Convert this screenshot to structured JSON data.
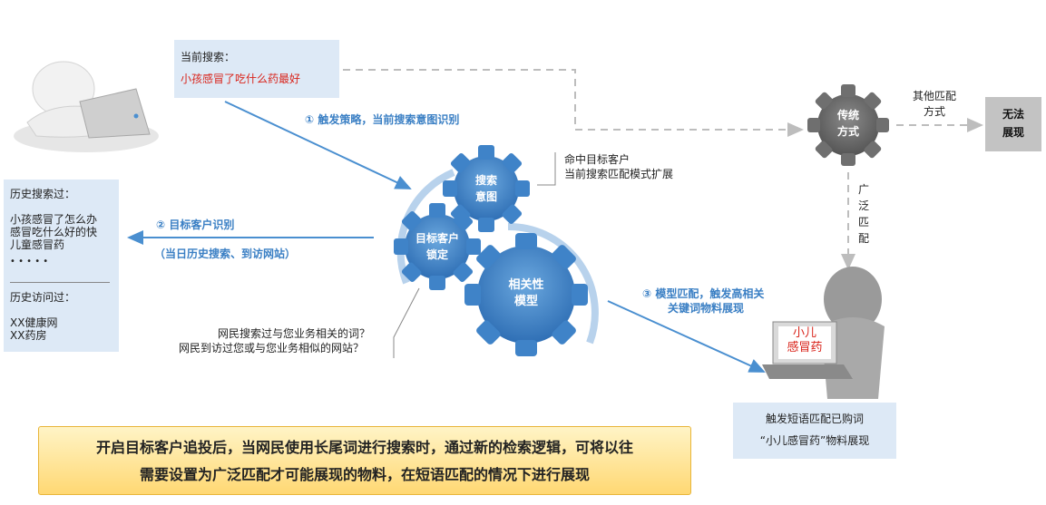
{
  "current_search": {
    "label": "当前搜索：",
    "query": "小孩感冒了吃什么药最好"
  },
  "history": {
    "search_label": "历史搜索过：",
    "search_items": [
      "小孩感冒了怎么办",
      "感冒吃什么好的快",
      "儿童感冒药"
    ],
    "dots": "• • • • •",
    "visit_label": "历史访问过：",
    "visit_items": [
      "XX健康网",
      "XX药房"
    ]
  },
  "steps": {
    "step1": "① 触发策略，当前搜索意图识别",
    "step2": "② 目标客户识别",
    "step2_sub": "（当日历史搜索、到访网站）",
    "step3_line1": "③ 模型匹配，触发高相关",
    "step3_line2": "关键词物料展现"
  },
  "gears": {
    "search_intent": [
      "搜索",
      "意图"
    ],
    "target_lock": [
      "目标客户",
      "锁定"
    ],
    "relevance_model": [
      "相关性",
      "模型"
    ],
    "traditional": [
      "传统",
      "方式"
    ]
  },
  "notes": {
    "hit_line1": "命中目标客户",
    "hit_line2": "当前搜索匹配模式扩展",
    "question1": "网民搜索过与您业务相关的词？",
    "question2": "网民到访过您或与您业务相似的网站？"
  },
  "other_match": [
    "其他匹配",
    "方式"
  ],
  "no_show": [
    "无法",
    "展现"
  ],
  "broad_match": [
    "广",
    "泛",
    "匹",
    "配"
  ],
  "screen_text": [
    "小儿",
    "感冒药"
  ],
  "result": {
    "line1": "触发短语匹配已购词",
    "line2": "“小儿感冒药”物料展现"
  },
  "summary": {
    "line1": "开启目标客户追投后，当网民使用长尾词进行搜索时，通过新的检索逻辑，可将以往",
    "line2": "需要设置为广泛匹配才可能展现的物料，在短语匹配的情况下进行展现"
  },
  "colors": {
    "gear_blue": "#3f83c8",
    "arrow_blue": "#4a8fd0",
    "box_blue": "#dde9f6",
    "query_red": "#d9241b",
    "gray_gear": "#6f6f6f"
  }
}
